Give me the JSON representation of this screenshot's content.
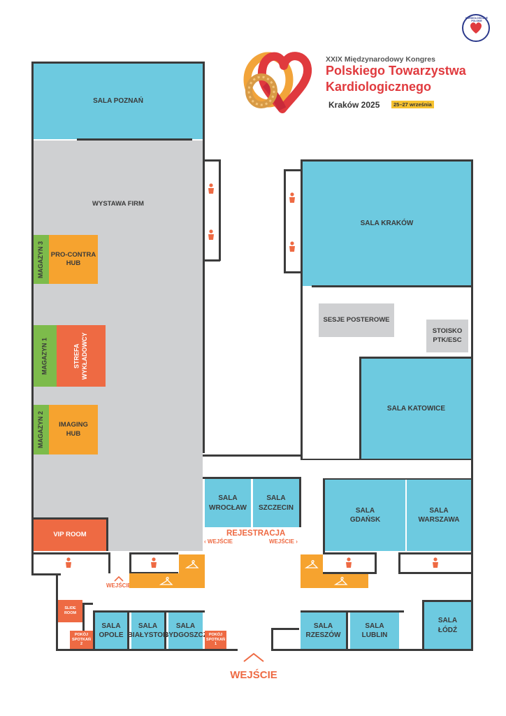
{
  "header": {
    "line1": "XXIX Międzynarodowy Kongres",
    "line2": "Polskiego Towarzystwa",
    "line3": "Kardiologicznego",
    "city_year": "Kraków 2025",
    "dates": "25–27 września",
    "badge_text": "KARDIOLOGICZNE POLSKIE"
  },
  "colors": {
    "room_blue": "#6dcae0",
    "expo_gray": "#cfd0d2",
    "hub_orange": "#f6a32f",
    "special_red": "#ee6a43",
    "storage_green": "#7dbb4b",
    "title_red": "#e03a3e"
  },
  "rooms": {
    "poznan": "SALA POZNAŃ",
    "krakow": "SALA KRAKÓW",
    "katowice": "SALA KATOWICE",
    "wroclaw": "SALA\nWROCŁAW",
    "szczecin": "SALA\nSZCZECIN",
    "gdansk": "SALA\nGDAŃSK",
    "warszawa": "SALA\nWARSZAWA",
    "opole": "SALA\nOPOLE",
    "bialystok": "SALA\nBIAŁYSTOK",
    "bydgoszcz": "SALA\nBYDGOSZCZ",
    "rzeszow": "SALA\nRZESZÓW",
    "lublin": "SALA\nLUBLIN",
    "lodz": "SALA\nŁÓDŹ"
  },
  "areas": {
    "exhibition": "WYSTAWA FIRM",
    "posters": "SESJE POSTEROWE",
    "ptk_stand": "STOISKO\nPTK/ESC",
    "pro_contra": "PRO-CONTRA\nHUB",
    "imaging": "IMAGING\nHUB",
    "lecturers": "STREFA\nWYKŁADOWCY",
    "storage1": "MAGAZYN 1",
    "storage2": "MAGAZYN 2",
    "storage3": "MAGAZYN 3",
    "vip": "VIP ROOM",
    "slide_room": "SLIDE\nROOM",
    "meeting1": "POKÓJ\nSPOTKAŃ\n1",
    "meeting2": "POKÓJ\nSPOTKAŃ\n2"
  },
  "labels": {
    "registration": "REJESTRACJA",
    "entrance": "WEJŚCIE",
    "entrance_left": "WEJŚCIE",
    "entrance_right": "WEJŚCIE",
    "entrance_side": "WEJŚCIE"
  },
  "icons": {
    "wc": "person-icon",
    "cloakroom": "hanger-icon",
    "logo": "heart-pretzel-logo",
    "badge": "ptk-badge-logo"
  }
}
